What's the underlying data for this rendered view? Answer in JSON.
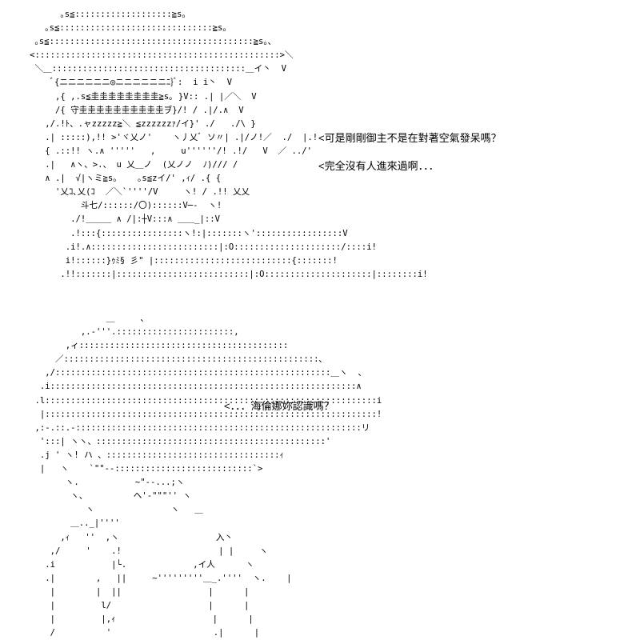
{
  "lines": [
    "<可是剛剛御主不是在對著空氣發呆嗎？",
    "<完全沒有人進來過啊．．．",
    "<．．．海倫娜妳認識嗎？"
  ],
  "art_top": "         ｡s≦:::::::::::::::::::≧s｡\n      ｡s≦::::::::::::::::::::::::::::::≧s｡\n    ｡s≦::::::::::::::::::::::::::::::::::::::::≧s｡､\n   <::::::::::::::::::::::::::::::::::::::::::::::::>＼\n    ＼＿::::::::::::::::::::::::::::::::::::::＿イ丶  V\n       ﾞ{ニニニニニニ◎ニニニニニニﾆ}ﾞ:  i i丶  V\n        ,{ ,.s≦圭圭圭圭圭圭圭圭≧s｡ }V:: .| |／＼  V\n        /{ 守圭圭圭圭圭圭圭圭圭圭ヺ}/! / .|/.∧  V\n      ,/.!ﾄ、.ャzzzzz≧＼ ≦zzzzzzｧ/イ}' ./   ./\\ }\n      .| :::::),!! >'ヾ乂ノ'    ヽ丿乂ﾞ ソ〃| .|/ノ!／  ./  |.!\n      { .::!! ヽ.∧ '''''   ,     u''''''/! .!/   V  ／ ../'\n      .|   ∧ヽ、>.、 u 乂＿ノ  (乂ノノ  ﾉ)/// /\n      ∧ .|  √|ヽミ≧s｡    ｡s≦zイ/' ,ｨ/ .{ {\n        '乂ｺ､乂(ｺ  ／＼`''''/V     ヽ! / .!! 乂乂\n             斗七/::::::/〇)::::::V─‐  ヽ!\n           ./!＿＿＿ ∧ /|:┼V:::∧ ＿＿_|::V\n           .!:::{::::::::::::::::ヽ!:|:::::::ヽ':::::::::::::::::V\n          .i!.∧:::::::::::::::::::::::::|:O:::::::::::::::::::::/::::i!\n          i!::::::}ｩﾐ§ 彡\" |:::::::::::::::::::::::::::{:::::::!\n         .!!:::::::|::::::::::::::::::::::::::|:O:::::::::::::::::::::|::::::::i!",
  "art_bottom": "                  ＿     、\n             ,.-'''.:::::::::::::::::::::::,\n          ,ィ:::::::::::::::::::::::::::::::::::::::::\n        ／::::::::::::::::::::::::::::::::::::::::::::::::::､\n      ,/::::::::::::::::::::::::::::::::::::::::::::::::::::::＿ヽ  、\n     .i::::::::::::::::::::::::::::::::::::::::::::::::::::::::::::∧\n    .l:::::::::::::::::::::::::::::::::::::::::::::::::::::::::::::::::i\n     |:::::::::::::::::::::::::::::::::::::::::::::::::::::::::::::::::!\n    ,:-.::.-::::::::::::::::::::::::::::::::::::::::::::::::::::::::リ\n     ':::| ヽヽ、:::::::::::::::::::::::::::::::::::::::::::::'\n     .j ' ヽ! ハ 、::::::::::::::::::::::::::::::::::ｨ\n     |   ヽ    `\"\"‐-:::::::::::::::::::::::::::`>\n          ヽ.           ~\"‐-...;ヽ\n           ヽ、         ヘ'‐\"\"\"'' ヽ\n              ヽ               ヽ   ＿\n           ＿.._|''''\n         ,ｨ   ''  ,ヽ                   入丶\n       ,/     '    .!                   | |     ヽ\n      .i           |└.             ,イ人      ヽ\n      .|        ,   ||     ~'''''''''＿_.''''  ヽ.    |\n       |        |  ||                 |      |\n       |         l/                   |      |\n       |         |,ｨ                   |      |\n       /          '                    .|      |"
}
